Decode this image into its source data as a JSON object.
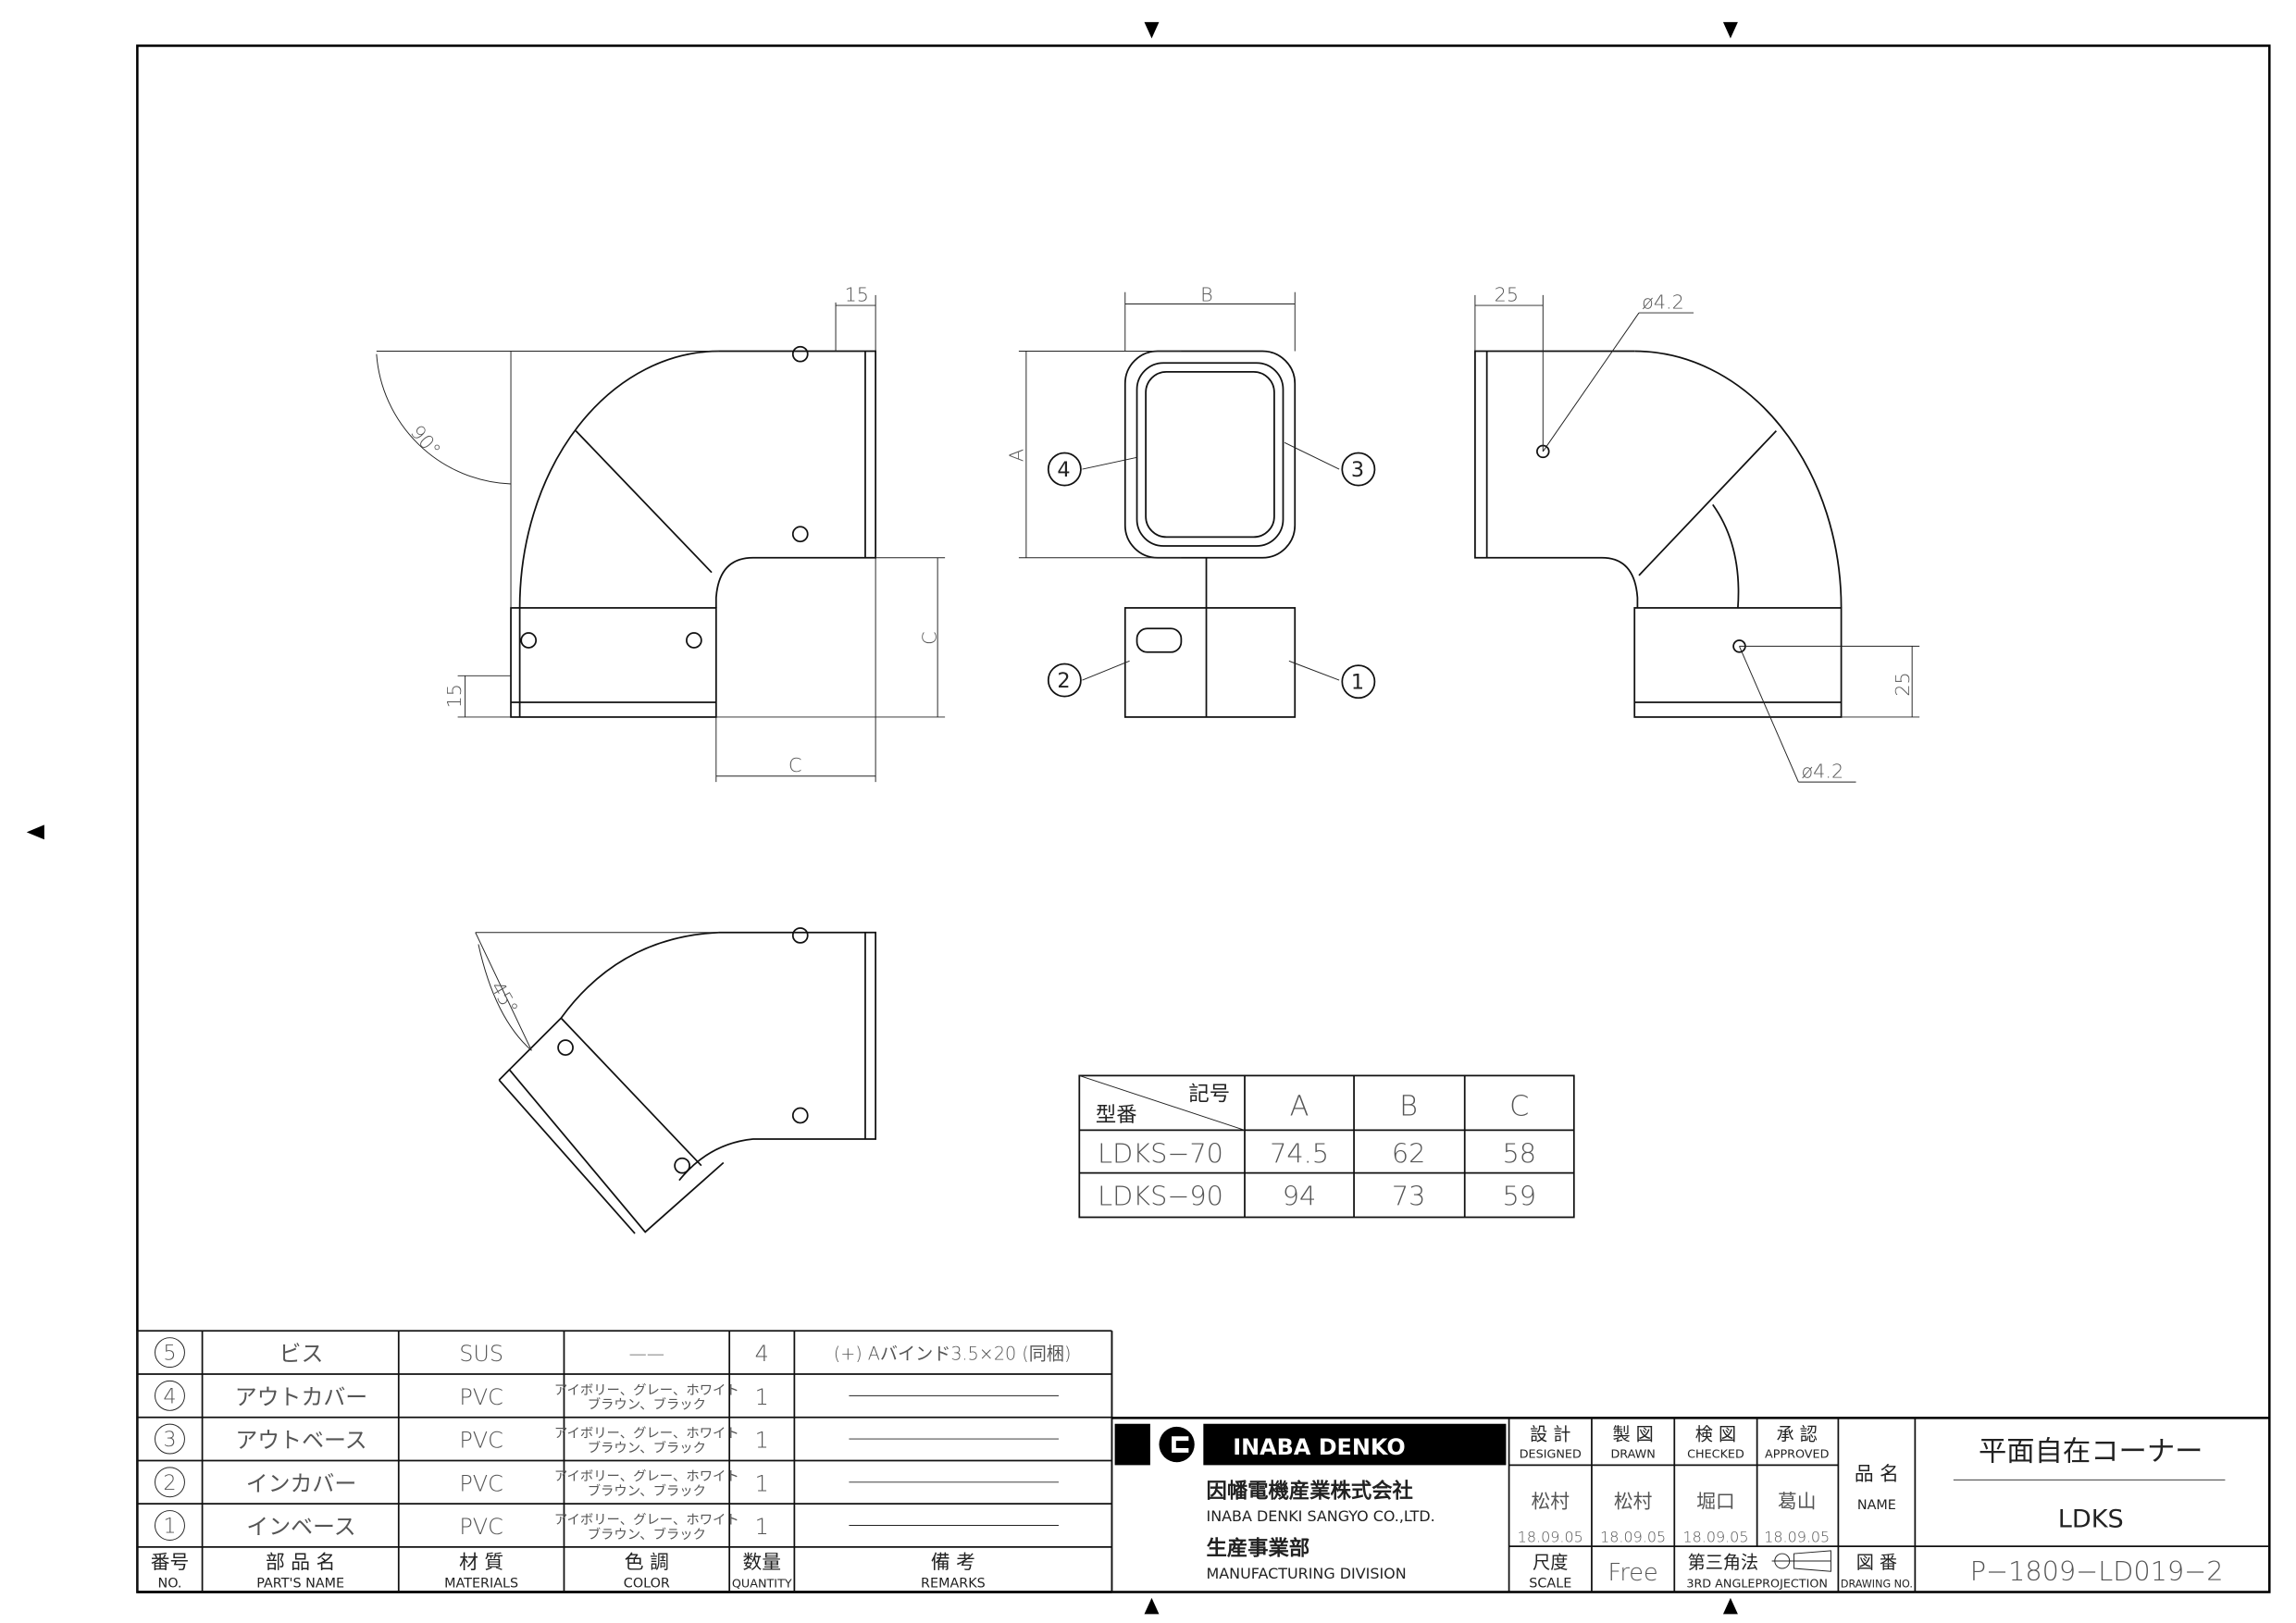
{
  "dimension_labels": {
    "a": "A",
    "b": "B",
    "c": "C",
    "d15": "15",
    "d25": "25",
    "phi": "ø4.2",
    "angle90": "90°",
    "angle45": "45°"
  },
  "callouts": [
    "1",
    "2",
    "3",
    "4",
    "5"
  ],
  "dimension_table": {
    "header_symbol": "記号",
    "header_model": "型番",
    "columns": [
      "A",
      "B",
      "C"
    ],
    "rows": [
      {
        "model": "LDKS−70",
        "values": [
          "74.5",
          "62",
          "58"
        ]
      },
      {
        "model": "LDKS−90",
        "values": [
          "94",
          "73",
          "59"
        ]
      }
    ]
  },
  "parts_list": {
    "headers": [
      {
        "ja": "番号",
        "en": "NO."
      },
      {
        "ja": "部 品 名",
        "en": "PART'S NAME"
      },
      {
        "ja": "材 質",
        "en": "MATERIALS"
      },
      {
        "ja": "色 調",
        "en": "COLOR"
      },
      {
        "ja": "数量",
        "en": "QUANTITY"
      },
      {
        "ja": "備 考",
        "en": "REMARKS"
      }
    ],
    "rows": [
      {
        "no": "5",
        "name": "ビス",
        "material": "SUS",
        "color1": "——",
        "color2": "",
        "qty": "4",
        "remarks": "(+) Aバインド3.5×20 (同梱)"
      },
      {
        "no": "4",
        "name": "アウトカバー",
        "material": "PVC",
        "color1": "アイボリー、グレー、ホワイト",
        "color2": "ブラウン、ブラック",
        "qty": "1",
        "remarks": ""
      },
      {
        "no": "3",
        "name": "アウトベース",
        "material": "PVC",
        "color1": "アイボリー、グレー、ホワイト",
        "color2": "ブラウン、ブラック",
        "qty": "1",
        "remarks": ""
      },
      {
        "no": "2",
        "name": "インカバー",
        "material": "PVC",
        "color1": "アイボリー、グレー、ホワイト",
        "color2": "ブラウン、ブラック",
        "qty": "1",
        "remarks": ""
      },
      {
        "no": "1",
        "name": "インベース",
        "material": "PVC",
        "color1": "アイボリー、グレー、ホワイト",
        "color2": "ブラウン、ブラック",
        "qty": "1",
        "remarks": ""
      }
    ]
  },
  "title_block": {
    "logo_text": "INABA DENKO",
    "company_ja": "因幡電機産業株式会社",
    "company_en": "INABA DENKI SANGYO CO.,LTD.",
    "division_ja": "生産事業部",
    "division_en": "MANUFACTURING DIVISION",
    "roles": [
      {
        "ja": "設 計",
        "en": "DESIGNED",
        "name": "松村",
        "date": "18.09.05"
      },
      {
        "ja": "製 図",
        "en": "DRAWN",
        "name": "松村",
        "date": "18.09.05"
      },
      {
        "ja": "検 図",
        "en": "CHECKED",
        "name": "堀口",
        "date": "18.09.05"
      },
      {
        "ja": "承 認",
        "en": "APPROVED",
        "name": "葛山",
        "date": "18.09.05"
      }
    ],
    "name_label_ja": "品 名",
    "name_label_en": "NAME",
    "product_name": "平面自在コーナー",
    "product_code": "LDKS",
    "scale_ja": "尺度",
    "scale_en": "SCALE",
    "scale_value": "Free",
    "projection_ja": "第三角法",
    "projection_en": "3RD ANGLEPROJECTION",
    "drawing_no_ja": "図 番",
    "drawing_no_en": "DRAWING NO.",
    "drawing_no": "P−1809−LD019−2"
  }
}
